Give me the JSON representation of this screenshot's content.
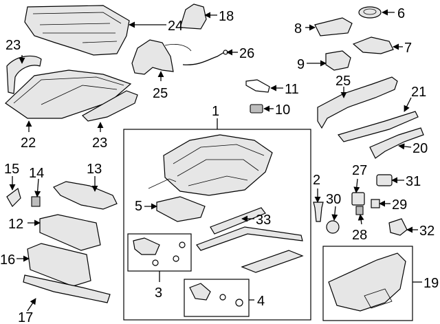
{
  "callouts": {
    "c1": "1",
    "c2": "2",
    "c3": "3",
    "c4": "4",
    "c5": "5",
    "c6": "6",
    "c7": "7",
    "c8": "8",
    "c9": "9",
    "c10": "10",
    "c11": "11",
    "c12": "12",
    "c13": "13",
    "c14": "14",
    "c15": "15",
    "c16": "16",
    "c17": "17",
    "c18": "18",
    "c19": "19",
    "c20": "20",
    "c21": "21",
    "c22": "22",
    "c23a": "23",
    "c23b": "23",
    "c24": "24",
    "c25a": "25",
    "c25b": "25",
    "c26": "26",
    "c27": "27",
    "c28": "28",
    "c29": "29",
    "c30": "30",
    "c31": "31",
    "c32": "32",
    "c33": "33"
  },
  "colors": {
    "line": "#000000",
    "fill_light": "#e6e6e6",
    "fill_dark": "#bdbdbd",
    "background": "#ffffff"
  }
}
